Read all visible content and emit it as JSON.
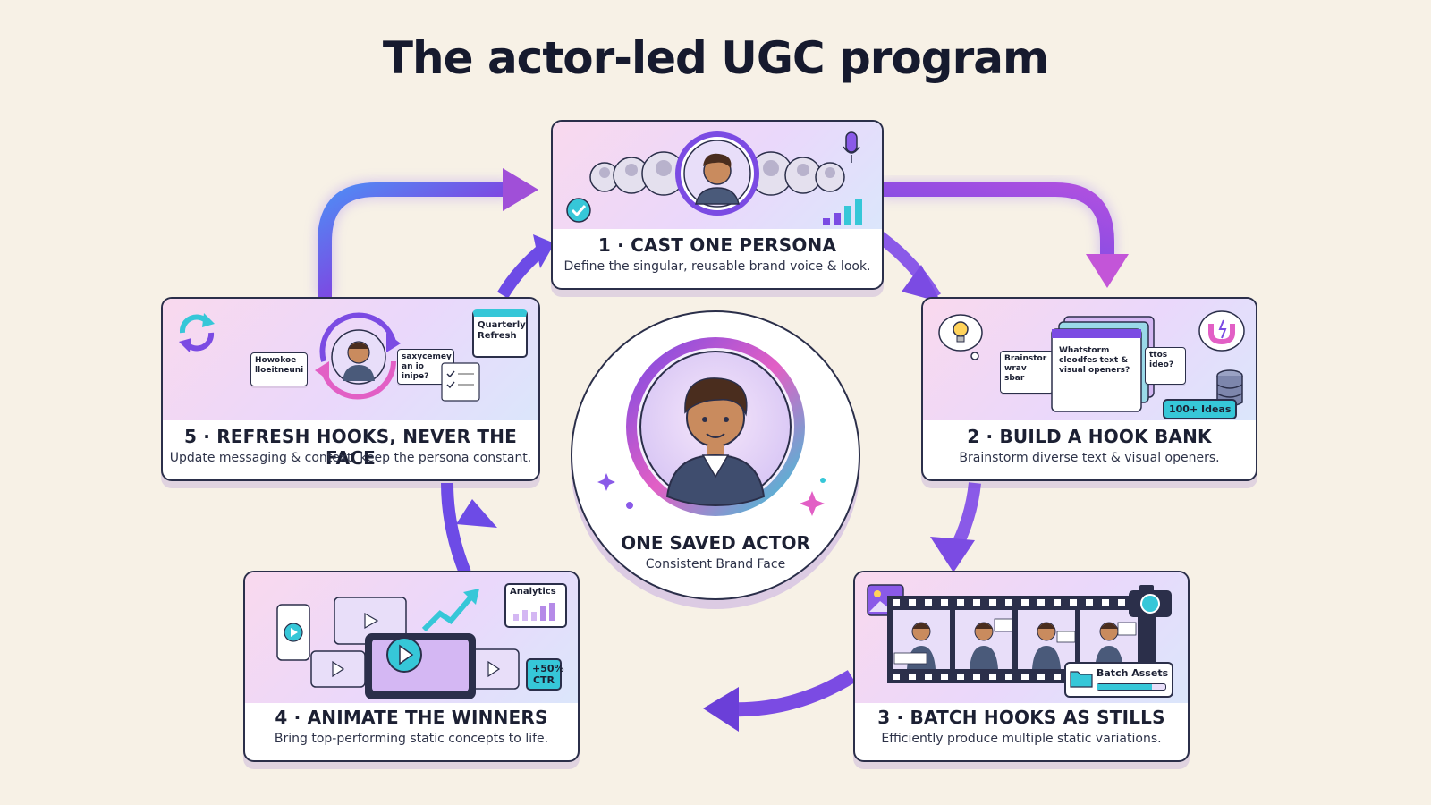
{
  "title": "The actor-led UGC program",
  "center": {
    "label": "ONE SAVED ACTOR",
    "description": "Consistent Brand Face"
  },
  "steps": [
    {
      "label": "1 · CAST ONE PERSONA",
      "description": "Define the singular, reusable brand voice & look.",
      "icons": [
        "avatar-lineup-icon",
        "check-icon",
        "microphone-icon",
        "signal-bars-icon"
      ]
    },
    {
      "label": "2 · BUILD A HOOK BANK",
      "description": "Brainstorm diverse text & visual openers.",
      "badge": "100+ Ideas",
      "card_text": "Whatstorm cleodfes text & visual openers?",
      "side_text_left": "Brainstor wrav sbar",
      "side_text_right": "ttos ideo?",
      "icons": [
        "lightbulb-icon",
        "magnet-icon",
        "database-icon"
      ]
    },
    {
      "label": "3 · BATCH HOOKS AS STILLS",
      "description": "Efficiently produce multiple static variations.",
      "badge": "Batch Assets",
      "icons": [
        "image-icon",
        "camera-icon",
        "folder-icon",
        "film-strip-icon"
      ]
    },
    {
      "label": "4 · ANIMATE THE WINNERS",
      "description": "Bring top-performing static concepts to life.",
      "analytics_label": "Analytics",
      "ctr_label": "+50% CTR",
      "icons": [
        "play-icon",
        "trend-arrow-icon",
        "analytics-chart-icon"
      ]
    },
    {
      "label": "5 · REFRESH HOOKS, NEVER THE FACE",
      "description": "Update messaging & context, keep the persona constant.",
      "badge": "Quarterly Refresh",
      "card_left_text": "Howokoe lloeitneuni",
      "card_right_text": "saxycemey an io inipe?",
      "icons": [
        "refresh-icon",
        "calendar-icon"
      ]
    }
  ],
  "colors": {
    "background": "#f7f1e6",
    "accent_purple": "#7b4be3",
    "accent_pink": "#e25fc5",
    "accent_cyan": "#36c7d8",
    "ink": "#1c2033"
  }
}
